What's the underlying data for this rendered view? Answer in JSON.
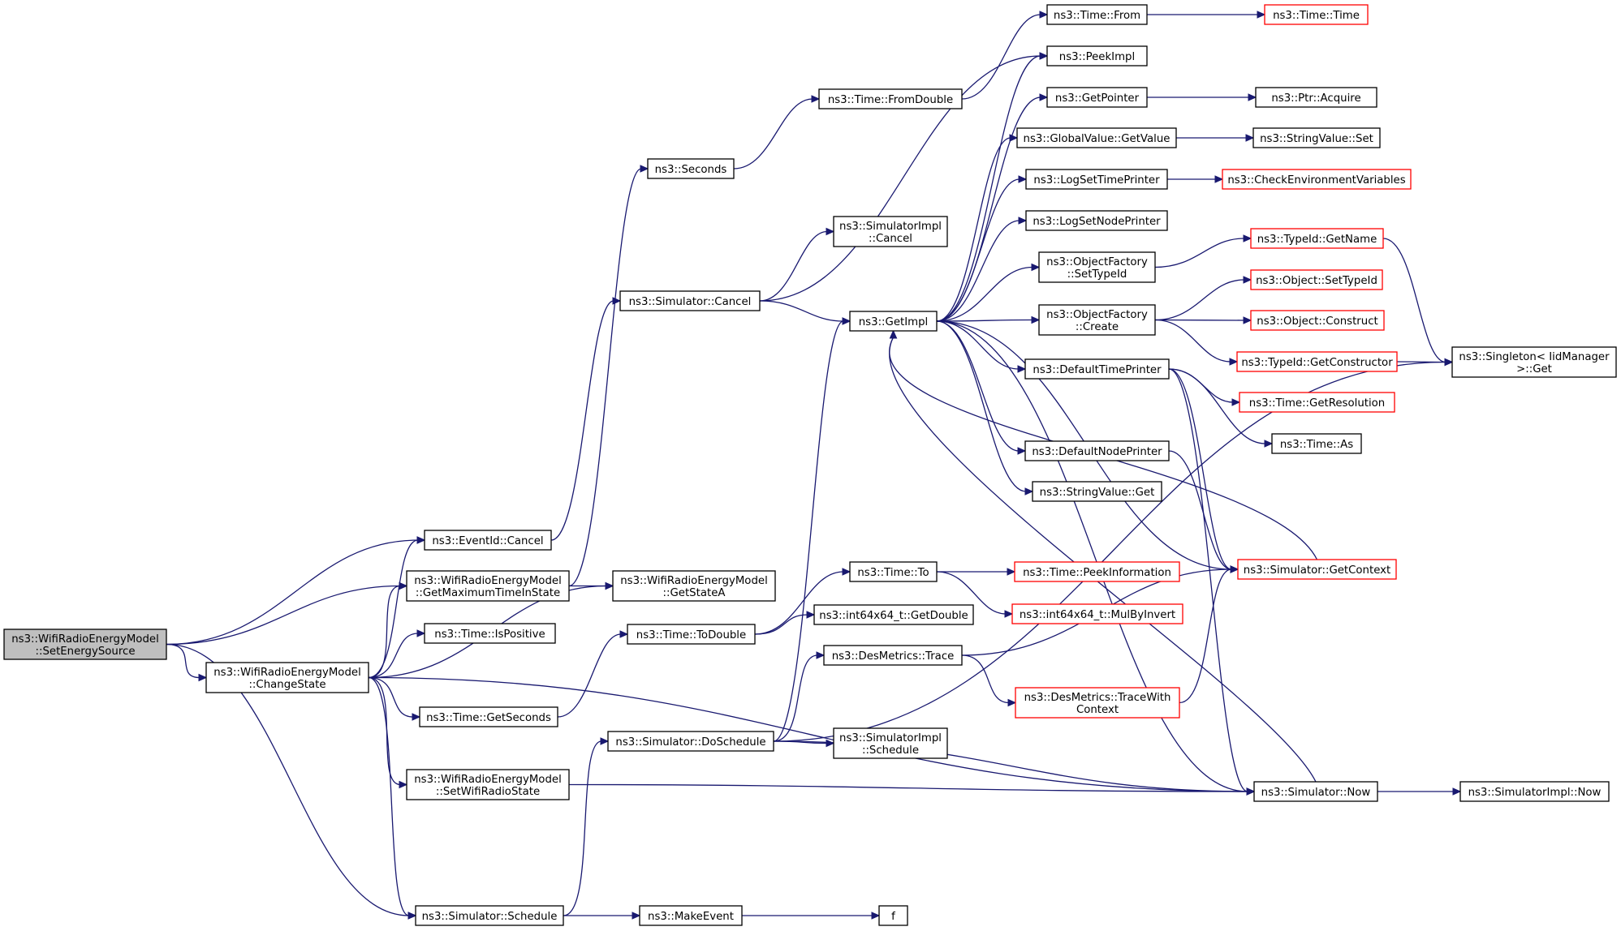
{
  "graph": {
    "edge_color": "#191970",
    "root_fill": "#bfbfbf",
    "red_border": "#ff0000",
    "nodes": [
      {
        "id": "setEnergySource",
        "lines": [
          "ns3::WifiRadioEnergyModel",
          "::SetEnergySource"
        ],
        "style": "root"
      },
      {
        "id": "eventIdCancel",
        "lines": [
          "ns3::EventId::Cancel"
        ]
      },
      {
        "id": "getMaxTime",
        "lines": [
          "ns3::WifiRadioEnergyModel",
          "::GetMaximumTimeInState"
        ]
      },
      {
        "id": "changeState",
        "lines": [
          "ns3::WifiRadioEnergyModel",
          "::ChangeState"
        ]
      },
      {
        "id": "timeIsPositive",
        "lines": [
          "ns3::Time::IsPositive"
        ]
      },
      {
        "id": "timeGetSeconds",
        "lines": [
          "ns3::Time::GetSeconds"
        ]
      },
      {
        "id": "setWifiRadioState",
        "lines": [
          "ns3::WifiRadioEnergyModel",
          "::SetWifiRadioState"
        ]
      },
      {
        "id": "simSchedule",
        "lines": [
          "ns3::Simulator::Schedule"
        ]
      },
      {
        "id": "seconds",
        "lines": [
          "ns3::Seconds"
        ]
      },
      {
        "id": "simCancel",
        "lines": [
          "ns3::Simulator::Cancel"
        ]
      },
      {
        "id": "getStateA",
        "lines": [
          "ns3::WifiRadioEnergyModel",
          "::GetStateA"
        ]
      },
      {
        "id": "timeToDouble",
        "lines": [
          "ns3::Time::ToDouble"
        ]
      },
      {
        "id": "simDoSchedule",
        "lines": [
          "ns3::Simulator::DoSchedule"
        ]
      },
      {
        "id": "makeEvent",
        "lines": [
          "ns3::MakeEvent"
        ]
      },
      {
        "id": "timeFromDouble",
        "lines": [
          "ns3::Time::FromDouble"
        ]
      },
      {
        "id": "implCancel",
        "lines": [
          "ns3::SimulatorImpl",
          "::Cancel"
        ]
      },
      {
        "id": "getImpl",
        "lines": [
          "ns3::GetImpl"
        ]
      },
      {
        "id": "timeTo",
        "lines": [
          "ns3::Time::To"
        ]
      },
      {
        "id": "int64GetDouble",
        "lines": [
          "ns3::int64x64_t::GetDouble"
        ]
      },
      {
        "id": "desTrace",
        "lines": [
          "ns3::DesMetrics::Trace"
        ]
      },
      {
        "id": "implSchedule",
        "lines": [
          "ns3::SimulatorImpl",
          "::Schedule"
        ]
      },
      {
        "id": "f",
        "lines": [
          "f"
        ]
      },
      {
        "id": "timeFrom",
        "lines": [
          "ns3::Time::From"
        ]
      },
      {
        "id": "peekImpl",
        "lines": [
          "ns3::PeekImpl"
        ]
      },
      {
        "id": "getPointer",
        "lines": [
          "ns3::GetPointer"
        ]
      },
      {
        "id": "globalGetValue",
        "lines": [
          "ns3::GlobalValue::GetValue"
        ]
      },
      {
        "id": "logSetTimePrinter",
        "lines": [
          "ns3::LogSetTimePrinter"
        ]
      },
      {
        "id": "logSetNodePrinter",
        "lines": [
          "ns3::LogSetNodePrinter"
        ]
      },
      {
        "id": "ofSetTypeId",
        "lines": [
          "ns3::ObjectFactory",
          "::SetTypeId"
        ]
      },
      {
        "id": "ofCreate",
        "lines": [
          "ns3::ObjectFactory",
          "::Create"
        ]
      },
      {
        "id": "defaultTimePrinter",
        "lines": [
          "ns3::DefaultTimePrinter"
        ]
      },
      {
        "id": "defaultNodePrinter",
        "lines": [
          "ns3::DefaultNodePrinter"
        ]
      },
      {
        "id": "stringValueGet",
        "lines": [
          "ns3::StringValue::Get"
        ]
      },
      {
        "id": "timePeekInfo",
        "lines": [
          "ns3::Time::PeekInformation"
        ],
        "style": "red"
      },
      {
        "id": "mulByInvert",
        "lines": [
          "ns3::int64x64_t::MulByInvert"
        ],
        "style": "red"
      },
      {
        "id": "desTraceWithContext",
        "lines": [
          "ns3::DesMetrics::TraceWith",
          "Context"
        ],
        "style": "red"
      },
      {
        "id": "timeTime",
        "lines": [
          "ns3::Time::Time"
        ],
        "style": "red"
      },
      {
        "id": "ptrAcquire",
        "lines": [
          "ns3::Ptr::Acquire"
        ]
      },
      {
        "id": "stringValueSet",
        "lines": [
          "ns3::StringValue::Set"
        ]
      },
      {
        "id": "checkEnv",
        "lines": [
          "ns3::CheckEnvironmentVariables"
        ],
        "style": "red"
      },
      {
        "id": "typeIdGetName",
        "lines": [
          "ns3::TypeId::GetName"
        ],
        "style": "red"
      },
      {
        "id": "objSetTypeId",
        "lines": [
          "ns3::Object::SetTypeId"
        ],
        "style": "red"
      },
      {
        "id": "objConstruct",
        "lines": [
          "ns3::Object::Construct"
        ],
        "style": "red"
      },
      {
        "id": "typeIdGetConstructor",
        "lines": [
          "ns3::TypeId::GetConstructor"
        ],
        "style": "red"
      },
      {
        "id": "timeGetResolution",
        "lines": [
          "ns3::Time::GetResolution"
        ],
        "style": "red"
      },
      {
        "id": "timeAs",
        "lines": [
          "ns3::Time::As"
        ]
      },
      {
        "id": "simGetContext",
        "lines": [
          "ns3::Simulator::GetContext"
        ],
        "style": "red"
      },
      {
        "id": "simNow",
        "lines": [
          "ns3::Simulator::Now"
        ]
      },
      {
        "id": "singletonGet",
        "lines": [
          "ns3::Singleton< IidManager",
          ">::Get"
        ]
      },
      {
        "id": "implNow",
        "lines": [
          "ns3::SimulatorImpl::Now"
        ]
      }
    ],
    "edges": [
      [
        "setEnergySource",
        "eventIdCancel"
      ],
      [
        "setEnergySource",
        "getMaxTime"
      ],
      [
        "setEnergySource",
        "changeState"
      ],
      [
        "setEnergySource",
        "simSchedule"
      ],
      [
        "changeState",
        "eventIdCancel"
      ],
      [
        "changeState",
        "getMaxTime"
      ],
      [
        "changeState",
        "timeIsPositive"
      ],
      [
        "changeState",
        "getStateA"
      ],
      [
        "changeState",
        "timeGetSeconds"
      ],
      [
        "changeState",
        "setWifiRadioState"
      ],
      [
        "changeState",
        "simSchedule"
      ],
      [
        "changeState",
        "simNow"
      ],
      [
        "getMaxTime",
        "seconds"
      ],
      [
        "getMaxTime",
        "getStateA"
      ],
      [
        "eventIdCancel",
        "simCancel"
      ],
      [
        "timeGetSeconds",
        "timeToDouble"
      ],
      [
        "setWifiRadioState",
        "simNow"
      ],
      [
        "simSchedule",
        "simDoSchedule"
      ],
      [
        "simSchedule",
        "makeEvent"
      ],
      [
        "seconds",
        "timeFromDouble"
      ],
      [
        "simCancel",
        "implCancel"
      ],
      [
        "simCancel",
        "getImpl"
      ],
      [
        "simCancel",
        "peekImpl"
      ],
      [
        "timeToDouble",
        "timeTo"
      ],
      [
        "timeToDouble",
        "int64GetDouble"
      ],
      [
        "simDoSchedule",
        "getImpl"
      ],
      [
        "simDoSchedule",
        "desTrace"
      ],
      [
        "simDoSchedule",
        "implSchedule"
      ],
      [
        "simDoSchedule",
        "simNow"
      ],
      [
        "simDoSchedule",
        "singletonGet"
      ],
      [
        "makeEvent",
        "f"
      ],
      [
        "timeFromDouble",
        "timeFrom"
      ],
      [
        "timeFrom",
        "timeTime"
      ],
      [
        "getImpl",
        "peekImpl"
      ],
      [
        "getImpl",
        "getPointer"
      ],
      [
        "getImpl",
        "globalGetValue"
      ],
      [
        "getImpl",
        "logSetTimePrinter"
      ],
      [
        "getImpl",
        "logSetNodePrinter"
      ],
      [
        "getImpl",
        "ofSetTypeId"
      ],
      [
        "getImpl",
        "ofCreate"
      ],
      [
        "getImpl",
        "defaultTimePrinter"
      ],
      [
        "getImpl",
        "defaultNodePrinter"
      ],
      [
        "getImpl",
        "stringValueGet"
      ],
      [
        "getImpl",
        "simNow"
      ],
      [
        "getImpl",
        "simGetContext"
      ],
      [
        "timeTo",
        "timePeekInfo"
      ],
      [
        "timeTo",
        "mulByInvert"
      ],
      [
        "desTrace",
        "simGetContext"
      ],
      [
        "desTrace",
        "desTraceWithContext"
      ],
      [
        "desTraceWithContext",
        "simGetContext"
      ],
      [
        "getPointer",
        "ptrAcquire"
      ],
      [
        "globalGetValue",
        "stringValueSet"
      ],
      [
        "logSetTimePrinter",
        "checkEnv"
      ],
      [
        "ofSetTypeId",
        "typeIdGetName"
      ],
      [
        "ofCreate",
        "objSetTypeId"
      ],
      [
        "ofCreate",
        "objConstruct"
      ],
      [
        "ofCreate",
        "typeIdGetConstructor"
      ],
      [
        "typeIdGetName",
        "singletonGet"
      ],
      [
        "typeIdGetConstructor",
        "singletonGet"
      ],
      [
        "defaultTimePrinter",
        "timeGetResolution"
      ],
      [
        "defaultTimePrinter",
        "timeAs"
      ],
      [
        "defaultTimePrinter",
        "simNow"
      ],
      [
        "defaultTimePrinter",
        "simGetContext"
      ],
      [
        "defaultNodePrinter",
        "simGetContext"
      ],
      [
        "simNow",
        "getImpl"
      ],
      [
        "simNow",
        "implNow"
      ],
      [
        "simGetContext",
        "getImpl"
      ]
    ]
  }
}
